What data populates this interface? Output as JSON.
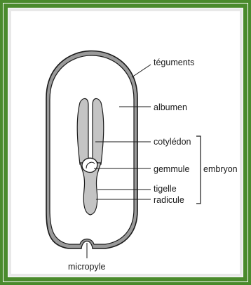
{
  "colors": {
    "frame_green": "#4a8a2c",
    "frame_inner": "#e8e8e8",
    "seed_coat": "#9a9a9a",
    "embryo": "#c4c4c4",
    "outline": "#1a1a1a",
    "background": "#ffffff"
  },
  "labels": {
    "teguments": "téguments",
    "albumen": "albumen",
    "cotyledon": "cotylédon",
    "gemmule": "gemmule",
    "embryon": "embryon",
    "tigelle": "tigelle",
    "radicule": "radicule",
    "micropyle": "micropyle"
  }
}
